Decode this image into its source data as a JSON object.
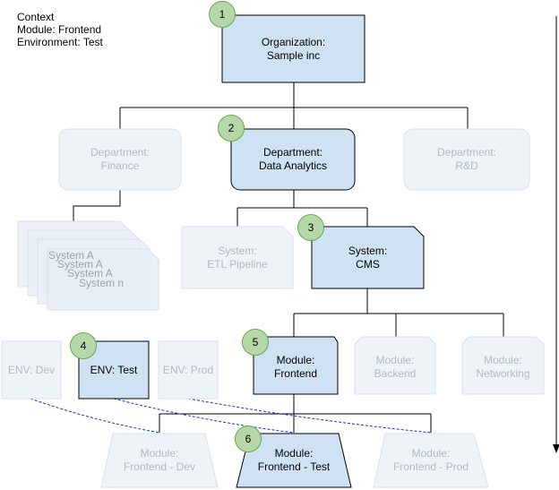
{
  "context": {
    "line1": "Context",
    "line2": "Module: Frontend",
    "line3": "Environment: Test"
  },
  "colors": {
    "active_fill": "#cfe2f3",
    "active_stroke": "#000000",
    "faded_fill": "#eef3f8",
    "faded_stroke": "#d9e2ea",
    "badge_fill": "#b6d7a8",
    "badge_stroke": "#6aa84f",
    "link_dashed": "#1c2fd4",
    "connector": "#000000"
  },
  "badges": [
    "1",
    "2",
    "3",
    "4",
    "5",
    "6"
  ],
  "nodes": {
    "organization": "Organization:\nSample inc",
    "department_finance": "Department:\nFinance",
    "department_data_analytics": "Department:\nData Analytics",
    "department_rnd": "Department:\nR&D",
    "system_a_1": "System A",
    "system_a_2": "System A",
    "system_a_3": "System A",
    "system_n": "System n",
    "system_etl": "System:\nETL Pipeline",
    "system_cms": "System:\nCMS",
    "env_dev": "ENV: Dev",
    "env_test": "ENV: Test",
    "env_prod": "ENV: Prod",
    "module_frontend": "Module:\nFrontend",
    "module_backend": "Module:\nBackend",
    "module_networking": "Module:\nNetworking",
    "module_frontend_dev": "Module:\nFrontend - Dev",
    "module_frontend_test": "Module:\nFrontend - Test",
    "module_frontend_prod": "Module:\nFrontend - Prod"
  }
}
